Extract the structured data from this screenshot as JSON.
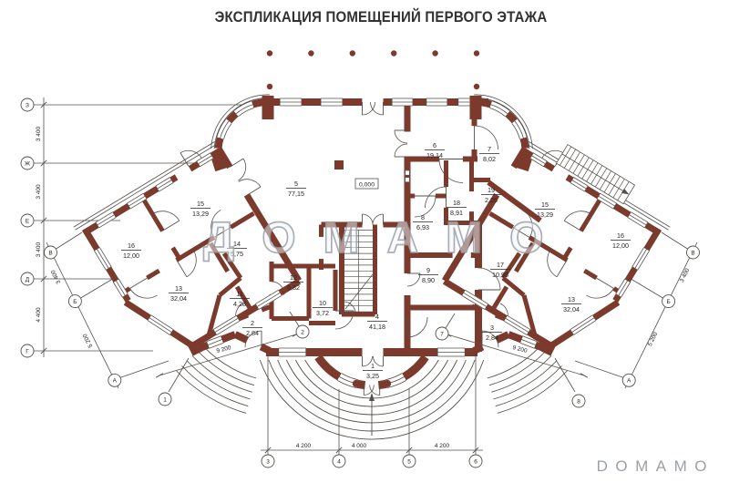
{
  "title": "ЭКСПЛИКАЦИЯ ПОМЕЩЕНИЙ ПЕРВОГО ЭТАЖА",
  "watermarks": {
    "center": "ДОМАМО",
    "corner": "DOMAMO"
  },
  "level_mark": "0,000",
  "colors": {
    "wall": "#7b3a2c",
    "line": "#55504b",
    "watermark": "#a9afb6"
  },
  "rooms": [
    {
      "number": "5",
      "area": "77,15"
    },
    {
      "number": "6",
      "area": "19,14"
    },
    {
      "number": "7",
      "area": "8,02"
    },
    {
      "number": "19",
      "area": "2,25"
    },
    {
      "number": "18",
      "area": "8,91"
    },
    {
      "number": "8",
      "area": "6,93"
    },
    {
      "number": "9",
      "area": "8,90"
    },
    {
      "number": "17",
      "area": "10,98"
    },
    {
      "number": "12",
      "area": "6,82"
    },
    {
      "number": "10",
      "area": "3,72"
    },
    {
      "number": "11",
      "area": "4,28"
    },
    {
      "number": "2",
      "area": "2,84"
    },
    {
      "number": "3",
      "area": "2,84"
    },
    {
      "number": "4",
      "area": "41,18"
    },
    {
      "number": "1",
      "area": "3,25"
    },
    {
      "number": "15",
      "area": "13,29"
    },
    {
      "number": "16",
      "area": "12,00"
    },
    {
      "number": "13",
      "area": "32,04"
    },
    {
      "number": "14",
      "area": "5,75"
    },
    {
      "number": "15",
      "area": "13,29"
    },
    {
      "number": "16",
      "area": "12,00"
    },
    {
      "number": "13",
      "area": "32,04"
    }
  ],
  "axes": {
    "vertical": [
      "З",
      "Ж",
      "Е",
      "Д",
      "Г"
    ],
    "diag_left": [
      "В",
      "Б",
      "А"
    ],
    "diag_right": [
      "В",
      "Б",
      "А"
    ],
    "bottom": [
      "3",
      "4",
      "5",
      "6"
    ],
    "corner_left": "1",
    "corner_right": "8",
    "interior_left": "2",
    "interior_right": "7"
  },
  "dimensions": {
    "left_vertical": [
      "3 400",
      "3 400",
      "3 400",
      "4 400"
    ],
    "diag_left": [
      "3 400",
      "5 200"
    ],
    "diag_right": [
      "3 400",
      "5 200"
    ],
    "bottom": [
      "4 200",
      "4 000",
      "4 200"
    ],
    "terrace_left": "9 200",
    "terrace_right": "9 200"
  }
}
